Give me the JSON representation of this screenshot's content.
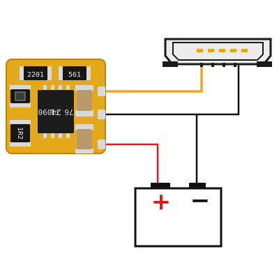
{
  "diagram": {
    "colors": {
      "background": "#ffffff",
      "pcb": "#e3a91a",
      "pcb_edge": "#b8830c",
      "chip": "#1c1c1c",
      "chip_text": "#d8d8d8",
      "resistor": "#161616",
      "resistor_text": "#e6e6e6",
      "capacitor": "#b9986a",
      "pad": "#d9d9d9",
      "usb_shell": "#ececec",
      "usb_outline": "#1a1a1a",
      "usb_pin": "#e3a91a",
      "wire_orange": "#f2a71b",
      "wire_black": "#111111",
      "wire_red": "#e0191e",
      "battery_outline": "#111111",
      "battery_fill": "#ffffff",
      "plus_color": "#e0191e",
      "minus_color": "#111111"
    },
    "module": {
      "resistor_labels": [
        "2201",
        "561",
        "1R2"
      ],
      "chip_label_line1": "76 T1",
      "chip_label_line2": "24090"
    },
    "battery": {
      "plus_symbol": "+",
      "minus_symbol": "−"
    }
  }
}
